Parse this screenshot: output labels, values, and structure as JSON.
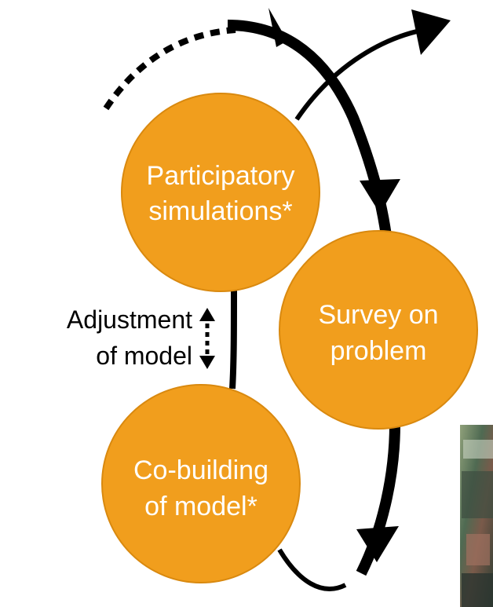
{
  "diagram": {
    "nodes": [
      {
        "id": "participatory",
        "lines": [
          "Participatory",
          "simulations*"
        ]
      },
      {
        "id": "survey",
        "lines": [
          "Survey on",
          "problem"
        ]
      },
      {
        "id": "cobuilding",
        "lines": [
          "Co-building",
          "of model*"
        ]
      }
    ],
    "side_label": {
      "lines": [
        "Adjustment",
        "of model"
      ]
    },
    "colors": {
      "node_fill": "#F19E1D",
      "node_stroke": "#D9890F",
      "node_text": "#FFFFFF",
      "arrows": "#000000",
      "text": "#000000"
    },
    "photo_icon": "photo-thumbnail"
  }
}
